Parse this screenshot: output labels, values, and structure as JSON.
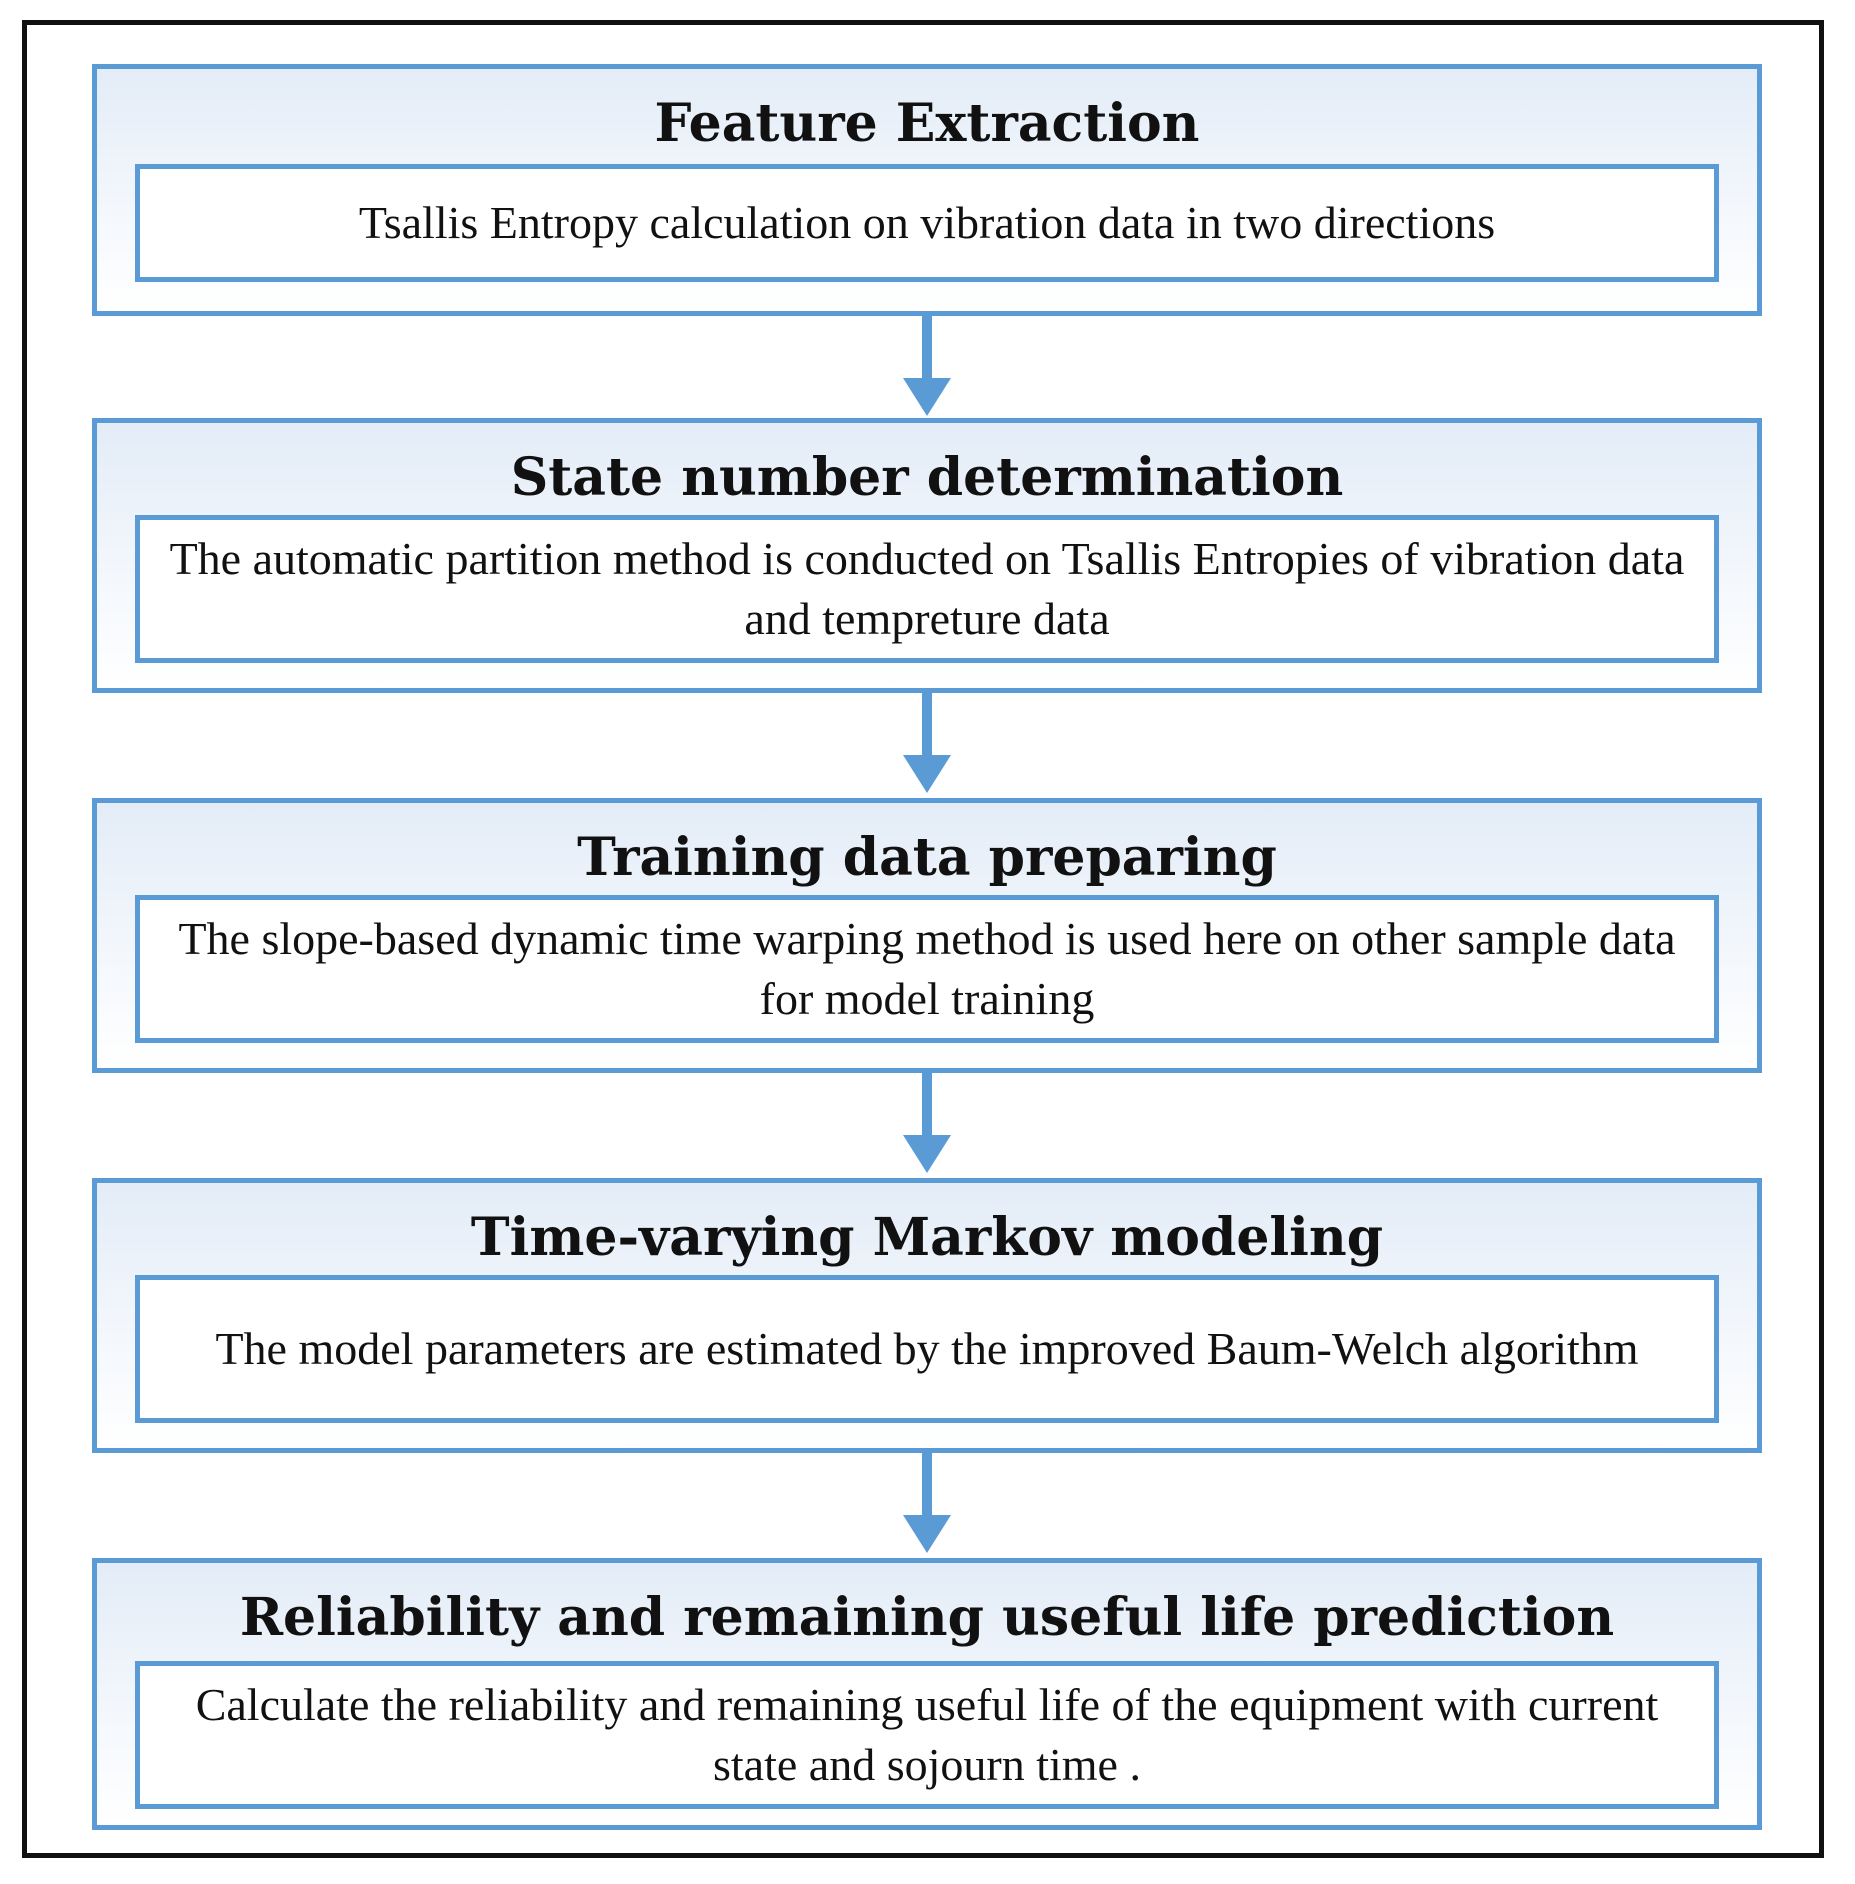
{
  "stages": [
    {
      "title": "Feature Extraction",
      "description": "Tsallis Entropy calculation on vibration data in two directions"
    },
    {
      "title": "State number determination",
      "description": "The automatic partition method is conducted on Tsallis Entropies of vibration data and tempreture data"
    },
    {
      "title": "Training data preparing",
      "description": "The slope-based dynamic time warping method is used here on other sample data for model training"
    },
    {
      "title": "Time-varying Markov modeling",
      "description": "The model parameters are estimated by the improved Baum-Welch algorithm"
    },
    {
      "title": "Reliability and remaining useful life prediction",
      "description": "Calculate the reliability and remaining useful life of the equipment with current state  and sojourn time ."
    }
  ],
  "colors": {
    "box_border": "#5b9bd5",
    "arrow": "#5b9bd5",
    "frame": "#111111"
  }
}
